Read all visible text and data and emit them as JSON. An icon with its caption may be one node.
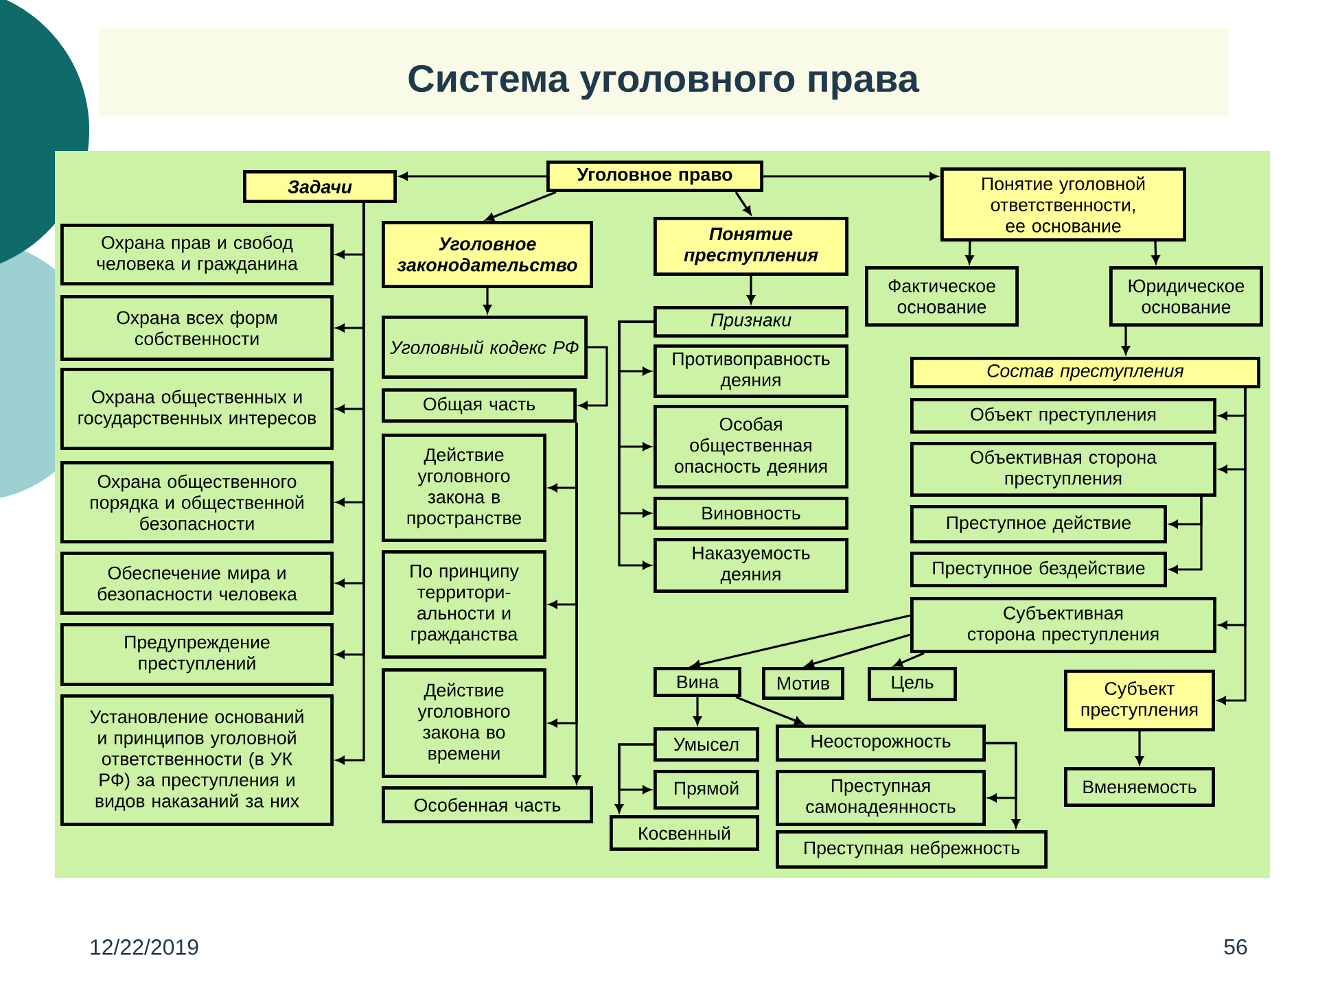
{
  "diagram": {
    "title": "Система уголовного права",
    "nodes": [
      {
        "text": [
          "Уголовное право"
        ]
      },
      {
        "text": [
          "Задачи"
        ]
      },
      {
        "text": [
          "Охрана прав и свобод человека и гражданина"
        ]
      },
      {
        "text": [
          "Охрана всех форм собственности"
        ]
      },
      {
        "text": [
          "Охрана общественных и государственных интересов"
        ]
      },
      {
        "text": [
          "Охрана общественного порядка и общественной безопасности"
        ]
      },
      {
        "text": [
          "Обеспечение мира и безопасности человека"
        ]
      },
      {
        "text": [
          "Предупреждение преступлений"
        ]
      },
      {
        "text": [
          "Установление оснований и принципов уголовной ответственности (в УК РФ) за преступления и видов наказаний за них"
        ]
      },
      {
        "text": [
          "Уголовное законодательство"
        ]
      },
      {
        "text": [
          "Уголовный кодекс РФ"
        ]
      },
      {
        "text": [
          "Общая часть"
        ]
      },
      {
        "text": [
          "Действие уголовного закона в пространстве"
        ]
      },
      {
        "text": [
          "По принципу территори-альности и гражданства"
        ]
      },
      {
        "text": [
          "Действие уголовного закона во времени"
        ]
      },
      {
        "text": [
          "Особенная часть"
        ]
      },
      {
        "text": [
          "Понятие преступления"
        ]
      },
      {
        "text": [
          "Признаки"
        ]
      },
      {
        "text": [
          "Противоправность деяния"
        ]
      },
      {
        "text": [
          "Особая общественная опасность деяния"
        ]
      },
      {
        "text": [
          "Виновность"
        ]
      },
      {
        "text": [
          "Наказуемость деяния"
        ]
      },
      {
        "text": [
          "Понятие уголовной ответственности, ее основание"
        ]
      },
      {
        "text": [
          "Фактическое основание"
        ]
      },
      {
        "text": [
          "Юридическое основание"
        ]
      },
      {
        "text": [
          "Состав преступления"
        ]
      },
      {
        "text": [
          "Объект преступления"
        ]
      },
      {
        "text": [
          "Объективная сторона преступления"
        ]
      },
      {
        "text": [
          "Преступное действие"
        ]
      },
      {
        "text": [
          "Преступное бездействие"
        ]
      },
      {
        "text": [
          "Субъективная сторона преступления"
        ]
      },
      {
        "text": [
          "Вина"
        ]
      },
      {
        "text": [
          "Мотив"
        ]
      },
      {
        "text": [
          "Цель"
        ]
      },
      {
        "text": [
          "Субъект преступления"
        ]
      },
      {
        "text": [
          "Умысел"
        ]
      },
      {
        "text": [
          "Неосторожность"
        ]
      },
      {
        "text": [
          "Прямой"
        ]
      },
      {
        "text": [
          "Преступная самонадеянность"
        ]
      },
      {
        "text": [
          "Косвенный"
        ]
      },
      {
        "text": [
          "Преступная небрежность"
        ]
      },
      {
        "text": [
          "Вменяемость"
        ]
      }
    ],
    "edges": [
      {
        "from": 0,
        "to": 1,
        "arrow": "to"
      },
      {
        "from": 0,
        "to": 9,
        "arrow": "to"
      },
      {
        "from": 0,
        "to": 16,
        "arrow": "to"
      },
      {
        "from": 0,
        "to": 22,
        "arrow": "to"
      },
      {
        "from": 1,
        "to": 2,
        "arrow": "to"
      },
      {
        "from": 1,
        "to": 3,
        "arrow": "to"
      },
      {
        "from": 1,
        "to": 4,
        "arrow": "to"
      },
      {
        "from": 1,
        "to": 5,
        "arrow": "to"
      },
      {
        "from": 1,
        "to": 6,
        "arrow": "to"
      },
      {
        "from": 1,
        "to": 7,
        "arrow": "to"
      },
      {
        "from": 1,
        "to": 8,
        "arrow": "to"
      },
      {
        "from": 9,
        "to": 10,
        "arrow": "to"
      },
      {
        "from": 10,
        "to": 11,
        "arrow": "to"
      },
      {
        "from": 11,
        "to": 12,
        "arrow": "to"
      },
      {
        "from": 11,
        "to": 13,
        "arrow": "to"
      },
      {
        "from": 11,
        "to": 14,
        "arrow": "to"
      },
      {
        "from": 11,
        "to": 15,
        "arrow": "to"
      },
      {
        "from": 16,
        "to": 17,
        "arrow": "to"
      },
      {
        "from": 17,
        "to": 18,
        "arrow": "to"
      },
      {
        "from": 17,
        "to": 19,
        "arrow": "to"
      },
      {
        "from": 17,
        "to": 20,
        "arrow": "to"
      },
      {
        "from": 17,
        "to": 21,
        "arrow": "to"
      },
      {
        "from": 22,
        "to": 23,
        "arrow": "to"
      },
      {
        "from": 22,
        "to": 24,
        "arrow": "to"
      },
      {
        "from": 24,
        "to": 25,
        "arrow": "to"
      },
      {
        "from": 25,
        "to": 26,
        "arrow": "to"
      },
      {
        "from": 25,
        "to": 27,
        "arrow": "to"
      },
      {
        "from": 25,
        "to": 30,
        "arrow": "to"
      },
      {
        "from": 25,
        "to": 34,
        "arrow": "to"
      },
      {
        "from": 27,
        "to": 28,
        "arrow": "to"
      },
      {
        "from": 27,
        "to": 29,
        "arrow": "to"
      },
      {
        "from": 30,
        "to": 31,
        "arrow": "to"
      },
      {
        "from": 30,
        "to": 32,
        "arrow": "to"
      },
      {
        "from": 30,
        "to": 33,
        "arrow": "to"
      },
      {
        "from": 31,
        "to": 35,
        "arrow": "to"
      },
      {
        "from": 31,
        "to": 36,
        "arrow": "to"
      },
      {
        "from": 35,
        "to": 37,
        "arrow": "to"
      },
      {
        "from": 35,
        "to": 39,
        "arrow": "to"
      },
      {
        "from": 36,
        "to": 38,
        "arrow": "to"
      },
      {
        "from": 36,
        "to": 40,
        "arrow": "to"
      },
      {
        "from": 34,
        "to": 41,
        "arrow": "to"
      }
    ],
    "labels": [
      "12/22/2019",
      "56"
    ]
  }
}
